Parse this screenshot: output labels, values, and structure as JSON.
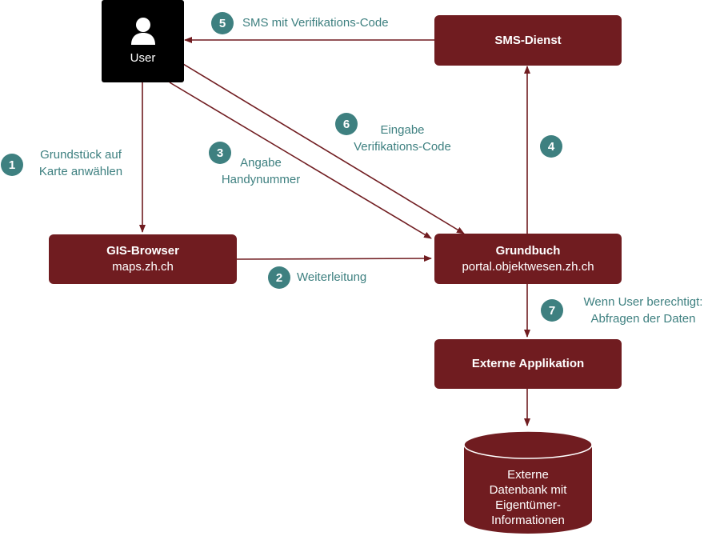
{
  "colors": {
    "box_fill": "#701c20",
    "user_fill": "#000000",
    "arrow": "#701c20",
    "step_badge": "#3e8080",
    "label_text": "#3e8080"
  },
  "nodes": {
    "user": {
      "label": "User",
      "icon": "user-icon"
    },
    "sms_dienst": {
      "title": "SMS-Dienst"
    },
    "gis_browser": {
      "title": "GIS-Browser",
      "subtitle": "maps.zh.ch"
    },
    "grundbuch": {
      "title": "Grundbuch",
      "subtitle": "portal.objektwesen.zh.ch"
    },
    "externe_applikation": {
      "title": "Externe Applikation"
    },
    "externe_datenbank": {
      "lines": [
        "Externe",
        "Datenbank mit",
        "Eigentümer-",
        "Informationen"
      ]
    }
  },
  "steps": [
    {
      "number": "1",
      "lines": [
        "Grundstück auf",
        "Karte anwählen"
      ]
    },
    {
      "number": "2",
      "lines": [
        "Weiterleitung"
      ]
    },
    {
      "number": "3",
      "lines": [
        "Angabe",
        "Handynummer"
      ]
    },
    {
      "number": "4",
      "lines": []
    },
    {
      "number": "5",
      "lines": [
        "SMS mit Verifikations-Code"
      ]
    },
    {
      "number": "6",
      "lines": [
        "Eingabe",
        "Verifikations-Code"
      ]
    },
    {
      "number": "7",
      "lines": [
        "Wenn User berechtigt:",
        "Abfragen der Daten"
      ]
    }
  ]
}
